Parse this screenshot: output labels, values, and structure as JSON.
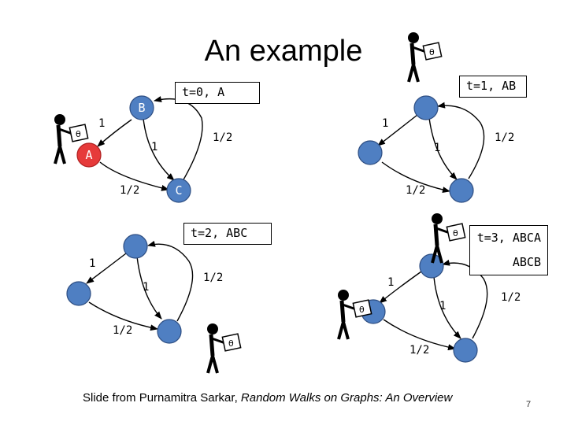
{
  "title": "An example",
  "panels": {
    "p0": {
      "callout": "t=0,  A",
      "node_labels": {
        "top": "B",
        "left": "A",
        "bottom": "C"
      },
      "weights": {
        "top_left": "1",
        "left_top": "1",
        "left_bottom": "1/2",
        "top_bottom": "1/2"
      }
    },
    "p1": {
      "callout": "t=1, AB",
      "weights": {
        "top_left": "1",
        "left_top": "1",
        "left_bottom": "1/2",
        "top_bottom": "1/2"
      }
    },
    "p2": {
      "callout": "t=2, ABC",
      "weights": {
        "top_left": "1",
        "left_top": "1",
        "left_bottom": "1/2",
        "top_bottom": "1/2"
      }
    },
    "p3": {
      "callout_line1": "t=3, ABCA",
      "callout_line2": "ABCB",
      "weights": {
        "top_left": "1",
        "left_top": "1",
        "left_bottom": "1/2",
        "top_bottom": "1/2"
      }
    }
  },
  "footer": {
    "prefix": "Slide from Purnamitra Sarkar,",
    "italic": "Random Walks on Graphs: An Overview"
  },
  "page_number": "7",
  "colors": {
    "node": "#4f7fc2",
    "start_node": "#e63a3a"
  },
  "icons": [
    "walker-figure-icon",
    "dice-sign-icon"
  ]
}
